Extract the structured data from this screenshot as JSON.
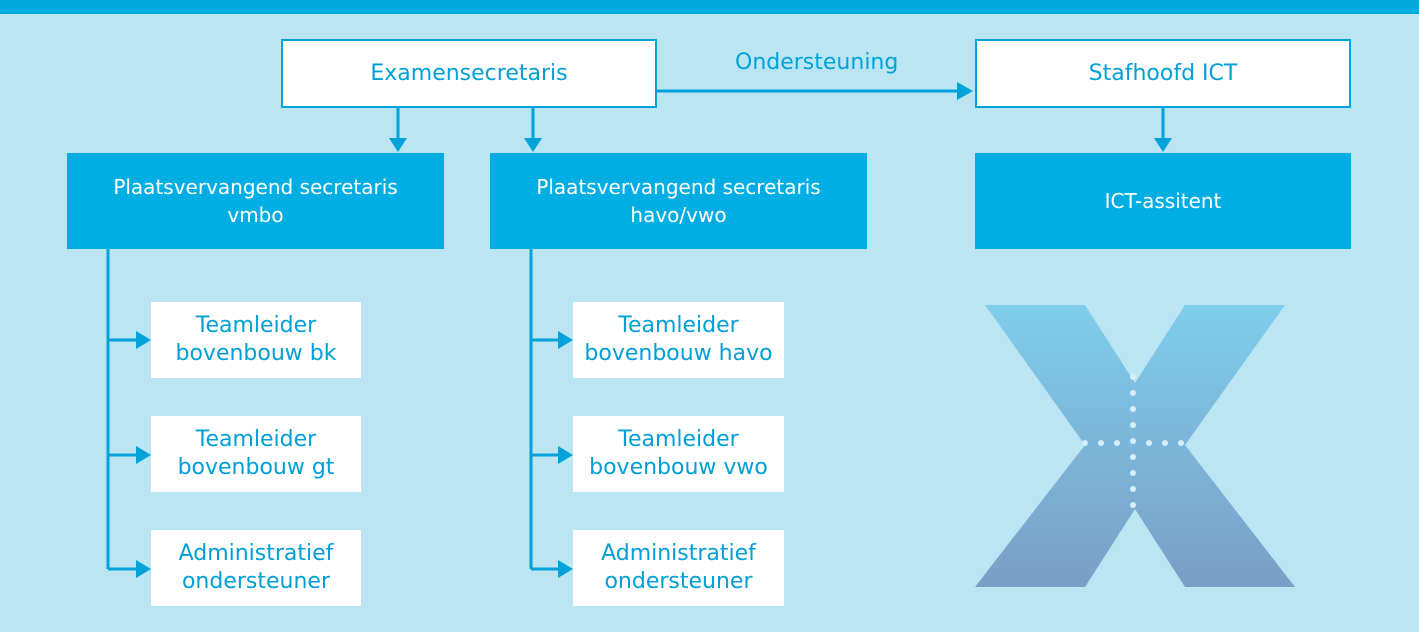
{
  "colors": {
    "accent": "#00aee3",
    "background": "#bde6f4",
    "line": "#00a3d9"
  },
  "nodes": {
    "examensecretaris": "Examensecretaris",
    "stafhoofd_ict": "Stafhoofd ICT",
    "plv_vmbo": "Plaatsvervangend secretaris\nvmbo",
    "plv_havo_vwo": "Plaatsvervangend secretaris\nhavo/vwo",
    "ict_assistent": "ICT-assitent",
    "teamleider_bk": "Teamleider\nbovenbouw bk",
    "teamleider_gt": "Teamleider\nbovenbouw gt",
    "admin_vmbo": "Administratief\nondersteuner",
    "teamleider_havo": "Teamleider\nbovenbouw havo",
    "teamleider_vwo": "Teamleider\nbovenbouw vwo",
    "admin_havo_vwo": "Administratief\nondersteuner"
  },
  "edges": {
    "support_label": "Ondersteuning"
  },
  "logo": {
    "icon": "x-logo-icon"
  }
}
